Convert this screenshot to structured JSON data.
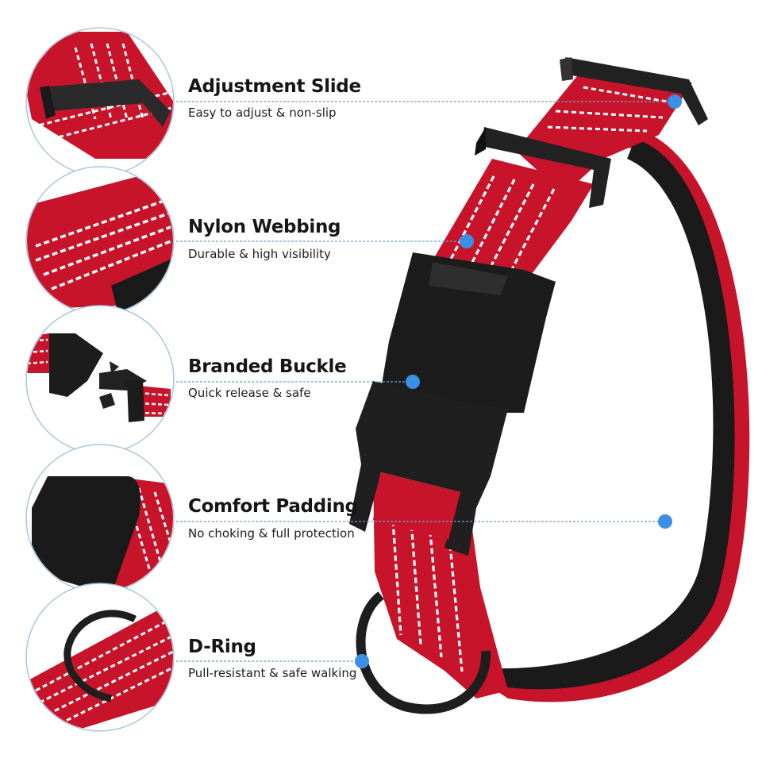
{
  "features": [
    {
      "title": "Adjustment Slide",
      "description": "Easy to adjust & non-slip",
      "icon": "adjustment-slide"
    },
    {
      "title": "Nylon Webbing",
      "description": "Durable & high visibility",
      "icon": "nylon-webbing"
    },
    {
      "title": "Branded Buckle",
      "description": "Quick release & safe",
      "icon": "buckle"
    },
    {
      "title": "Comfort Padding",
      "description": "No choking & full protection",
      "icon": "padding"
    },
    {
      "title": "D-Ring",
      "description": "Pull-resistant & safe walking",
      "icon": "d-ring"
    }
  ],
  "colors": {
    "webbing_red": "#c8142b",
    "padding_black": "#1a1a1a",
    "hardware_black": "#222222",
    "reflective_stripe": "#ffffff",
    "callout_dot": "#3a8fe6",
    "callout_line": "#6e9fc8",
    "circle_border": "#a8c7dc"
  }
}
